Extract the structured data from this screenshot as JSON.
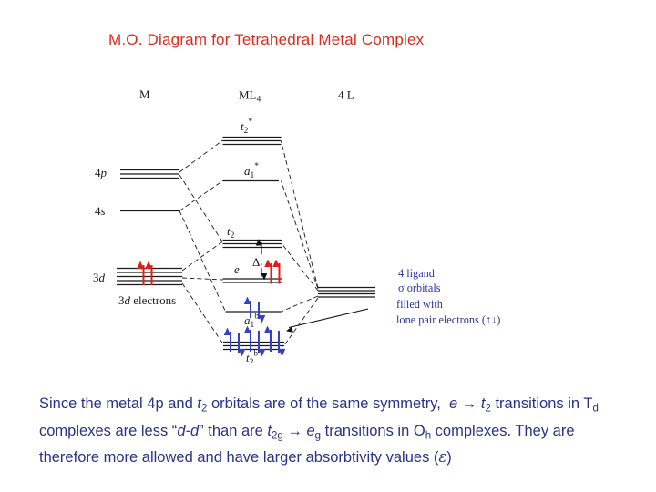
{
  "title": "M.O. Diagram for Tetrahedral Metal Complex",
  "colors": {
    "title_red": "#dd2a1c",
    "body_navy": "#2a3387",
    "note_navy": "#2b35a2",
    "red_arrow": "#e41b17",
    "blue_arrow": "#3240c9"
  },
  "diagram": {
    "columns": {
      "metal": "M",
      "complex_base": "ML",
      "complex_sub": "4",
      "ligand": "4 L"
    },
    "metal_levels": {
      "p4": {
        "num": "4",
        "orb": "p"
      },
      "s4": {
        "num": "4",
        "orb": "s"
      },
      "d3": {
        "num": "3",
        "orb": "d"
      },
      "d3_caption": {
        "num": "3",
        "orb": "d",
        "rest": " electrons"
      }
    },
    "mo_levels": {
      "t2star": {
        "base": "t",
        "sub": "2",
        "sup": "*"
      },
      "a1star": {
        "base": "a",
        "sub": "1",
        "sup": "*"
      },
      "t2": {
        "base": "t",
        "sub": "2"
      },
      "e": {
        "base": "e"
      },
      "a1b": {
        "base": "a",
        "sub": "1",
        "sup": "b"
      },
      "t2b": {
        "base": "t",
        "sub": "2",
        "sup": "b"
      }
    },
    "delta": {
      "base": "Δ",
      "sub": "t"
    },
    "ligand_note": {
      "line1": "4 ligand",
      "line2": "σ orbitals",
      "line3": "filled with",
      "line4_pre": "lone pair electrons (",
      "line4_arrows": "↑↓",
      "line4_post": ")"
    }
  },
  "paragraph": {
    "segments": [
      "Since the metal 4p and ",
      "t",
      "2",
      " orbitals are of the same symmetry,  ",
      "e",
      " → ",
      "t",
      "2",
      " transitions in T",
      "d",
      " complexes are less “",
      "d-d",
      "” than are ",
      "t",
      "2g",
      " → ",
      "e",
      "g",
      " transitions in O",
      "h",
      " complexes. They are therefore more allowed and have larger absorbtivity values (",
      "ε",
      ")"
    ]
  }
}
